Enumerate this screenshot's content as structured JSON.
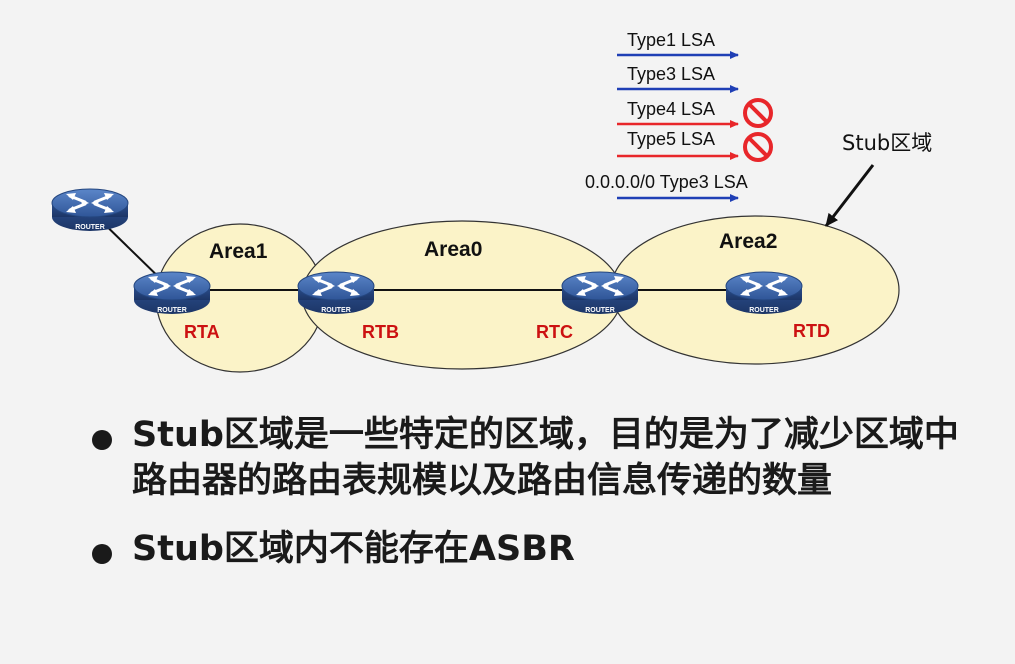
{
  "lsa_list": [
    {
      "label": "Type1 LSA",
      "color": "#1f3fb5",
      "blocked": false
    },
    {
      "label": "Type3 LSA",
      "color": "#1f3fb5",
      "blocked": false
    },
    {
      "label": "Type4 LSA",
      "color": "#e8262a",
      "blocked": true
    },
    {
      "label": "Type5 LSA",
      "color": "#e8262a",
      "blocked": true
    },
    {
      "label": "0.0.0.0/0 Type3 LSA",
      "color": "#1f3fb5",
      "blocked": false
    }
  ],
  "stub_callout": "Stub区域",
  "areas": {
    "area1": "Area1",
    "area0": "Area0",
    "area2": "Area2"
  },
  "routers": {
    "icon_label": "ROUTER",
    "rta": "RTA",
    "rtb": "RTB",
    "rtc": "RTC",
    "rtd": "RTD"
  },
  "colors": {
    "area_fill": "#fbf3c8",
    "router_name": "#cc1111",
    "router_body": "#3a62a8"
  },
  "bullets": [
    "Stub区域是一些特定的区域，目的是为了减少区域中路由器的路由表规模以及路由信息传递的数量",
    "Stub区域内不能存在ASBR"
  ]
}
